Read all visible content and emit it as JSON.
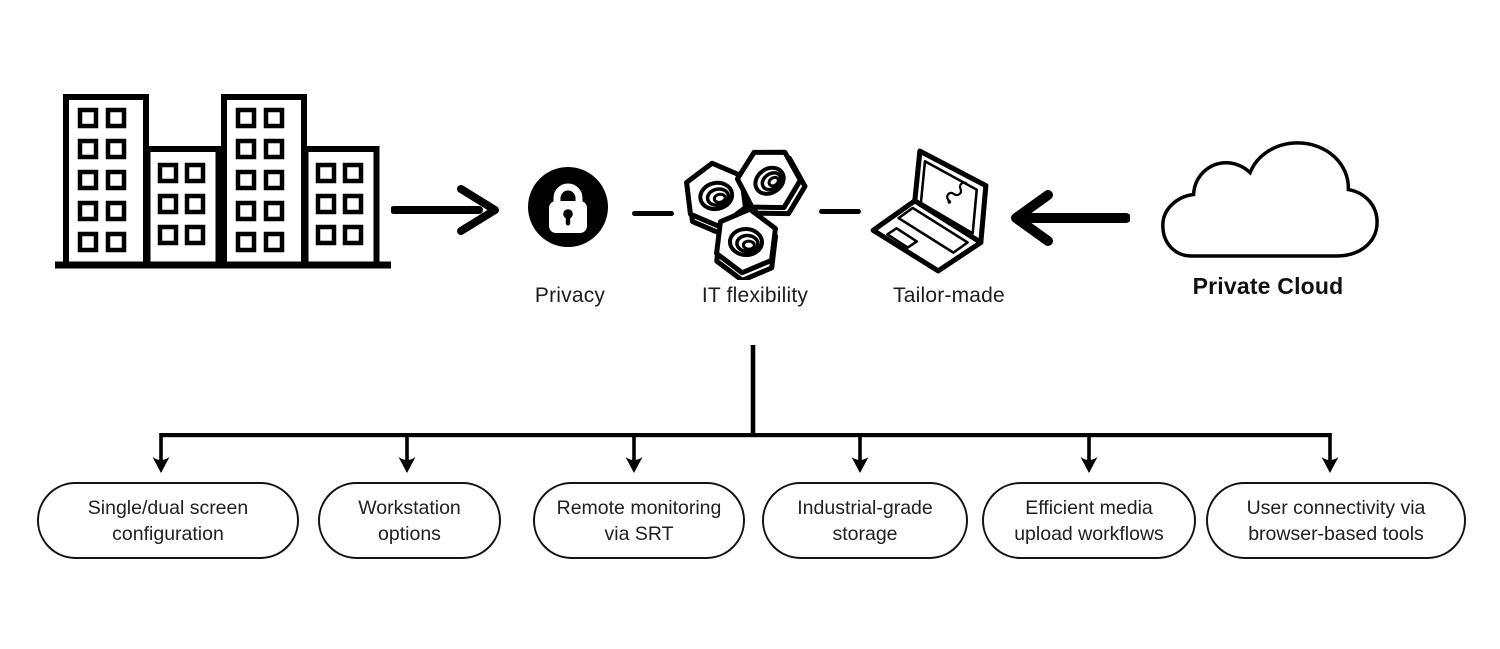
{
  "colors": {
    "background": "#ffffff",
    "ink": "#000000",
    "text": "#1d1d1d"
  },
  "flow": {
    "source": {
      "icon": "buildings-icon"
    },
    "arrow_from_buildings": {
      "icon": "arrow-right-icon"
    },
    "arrow_from_cloud": {
      "icon": "arrow-left-icon"
    },
    "nodes": [
      {
        "label": "Privacy",
        "icon": "lock-icon"
      },
      {
        "label": "IT flexibility",
        "icon": "nuts-icon"
      },
      {
        "label": "Tailor-made",
        "icon": "laptop-icon"
      }
    ],
    "cloud": {
      "label": "Private Cloud",
      "icon": "cloud-icon"
    }
  },
  "tree": {
    "boxes": [
      {
        "line1": "Single/dual screen",
        "line2": "configuration"
      },
      {
        "line1": "Workstation",
        "line2": "options"
      },
      {
        "line1": "Remote monitoring",
        "line2": "via SRT"
      },
      {
        "line1": "Industrial-grade",
        "line2": "storage"
      },
      {
        "line1": "Efficient media",
        "line2": "upload workflows"
      },
      {
        "line1": "User connectivity via",
        "line2": "browser-based tools"
      }
    ]
  }
}
